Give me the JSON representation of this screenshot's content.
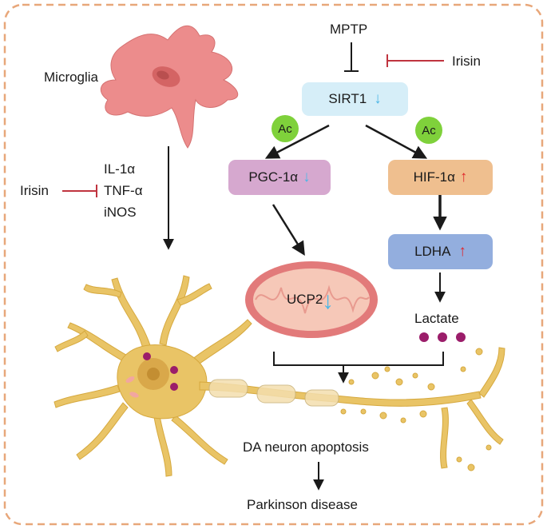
{
  "labels": {
    "mptp": "MPTP",
    "irisin_top": "Irisin",
    "microglia": "Microglia",
    "sirt1": "SIRT1",
    "ac_left": "Ac",
    "ac_right": "Ac",
    "pgc1a": "PGC-1α",
    "hif1a": "HIF-1α",
    "ldha": "LDHA",
    "ucp2": "UCP2",
    "lactate": "Lactate",
    "irisin_left": "Irisin",
    "il1a": "IL-1α",
    "tnfa": "TNF-α",
    "inos": "iNOS",
    "apoptosis": "DA neuron apoptosis",
    "parkinson": "Parkinson disease"
  },
  "colors": {
    "border_dash": "#e8a77a",
    "sirt1_box": "#d6eef8",
    "pgc_box": "#d6a8cf",
    "hif_box": "#efbf8f",
    "ldha_box": "#93aede",
    "ac_circle": "#7fd13b",
    "inhibit_red": "#c0343f",
    "arrow_down_blue": "#4cb6e6",
    "arrow_up_red": "#e0262b",
    "microglia": "#ec8c8c",
    "neuron": "#e9c466",
    "mito_outer": "#e27a7a",
    "mito_inner": "#f6c8b8",
    "lactate_dot": "#9b1d6a"
  }
}
